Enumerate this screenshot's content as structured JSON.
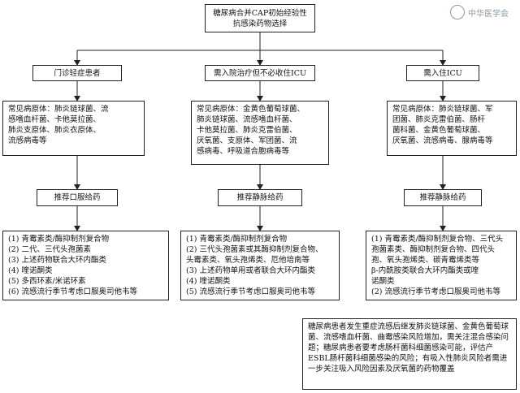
{
  "title": "糖尿病合并CAP初始经验性\n抗感染药物选择",
  "watermark": "中华医学会",
  "columns": [
    {
      "setting": "门诊轻症患者",
      "pathogens": "常见病原体：肺炎链球菌、流\n感嗜血杆菌、卡他莫拉菌、\n肺炎支原体、肺炎衣原体、\n流感病毒等",
      "route": "推荐口服给药",
      "drugs": "(1) 青霉素类/酶抑制剂复合物\n(2) 二代、三代头孢菌素\n(3) 上述药物联合大环内酯类\n(4) 喹诺酮类\n(5) 多西环素/米诺环素\n(6) 流感流行季节考虑口服奥司他韦等"
    },
    {
      "setting": "需入院治疗但不必收住ICU",
      "pathogens": "常见病原体：金黄色葡萄球菌、\n肺炎链球菌、流感嗜血杆菌、\n卡他莫拉菌、肺炎克雷伯菌、\n厌氧菌、支原体、军团菌、流\n感病毒、呼吸道合胞病毒等",
      "route": "推荐静脉给药",
      "drugs": "(1) 青霉素类/酶抑制剂复合物\n(2) 三代头孢菌素或其酶抑制剂复合物、\n     头霉素类、氧头孢烯类、厄他培南等\n(3) 上述药物单用或者联合大环内酯类\n(4) 喹诺酮类\n(5) 流感流行季节考虑口服奥司他韦等"
    },
    {
      "setting": "需入住ICU",
      "pathogens": "常见病原体：肺炎链球菌、军\n团菌、肺炎克雷伯菌、肠杆\n菌科菌、金黄色葡萄球菌、\n厌氧菌、流感病毒、腺病毒等",
      "route": "推荐静脉给药",
      "drugs": "(1) 青霉素类/酶抑制剂复合物、三代头\n     孢菌素类、酶抑制剂复合物、四代头\n     孢、氧头孢烯类、碳青霉烯类等\nβ-内酰胺类联合大环内酯类或喹\n     诺酮类\n(2) 流感流行季节考虑口服奥司他韦等"
    }
  ],
  "note": "糖尿病患者发生重症流感后继发肺炎链球菌、金黄色葡萄球菌、流感嗜血杆菌、曲霉感染风险增加，需关注混合感染问题；糖尿病患者要考虑肠杆菌科细菌感染可能，评估产ESBL肠杆菌科细菌感染的风险；有吸入性肺炎风险者需进一步关注吸入风险因素及厌氧菌的药物覆盖"
}
